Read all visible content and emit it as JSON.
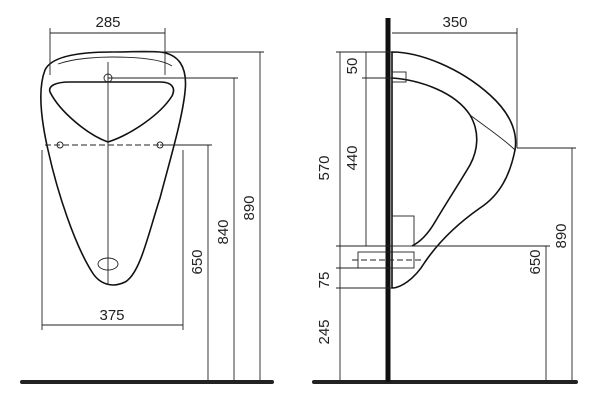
{
  "front_view": {
    "width_top": "285",
    "width_bottom": "375",
    "height_650": "650",
    "height_840": "840",
    "height_890": "890"
  },
  "side_view": {
    "depth": "350",
    "offset_50": "50",
    "inlet_440": "440",
    "height_570": "570",
    "outlet_75": "75",
    "outlet_245": "245",
    "height_650": "650",
    "height_890": "890"
  }
}
